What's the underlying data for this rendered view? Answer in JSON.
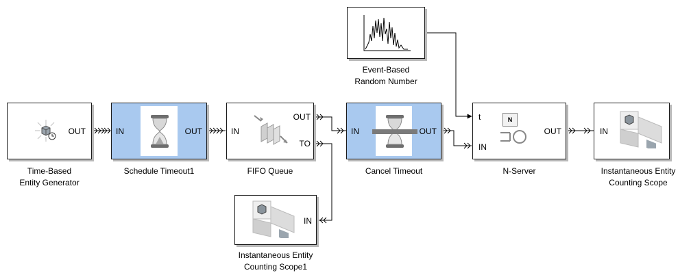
{
  "blocks": {
    "entity_generator": {
      "caption": [
        "Time-Based",
        "Entity Generator"
      ],
      "out": "OUT"
    },
    "schedule_timeout": {
      "caption": [
        "Schedule Timeout1"
      ],
      "in": "IN",
      "out": "OUT"
    },
    "fifo_queue": {
      "caption": [
        "FIFO Queue"
      ],
      "in": "IN",
      "out": "OUT",
      "to": "TO"
    },
    "cancel_timeout": {
      "caption": [
        "Cancel Timeout"
      ],
      "in": "IN",
      "out": "OUT"
    },
    "random_number": {
      "caption": [
        "Event-Based",
        "Random Number"
      ]
    },
    "n_server": {
      "caption": [
        "N-Server"
      ],
      "t": "t",
      "in": "IN",
      "out": "OUT",
      "badge": "N"
    },
    "counting_scope": {
      "caption": [
        "Instantaneous Entity",
        "Counting Scope"
      ],
      "in": "IN"
    },
    "counting_scope1": {
      "caption": [
        "Instantaneous Entity",
        "Counting Scope1"
      ],
      "in": "IN"
    }
  },
  "colors": {
    "selected_fill": "#a9c9ef",
    "line": "#000000",
    "shadow": "#b8b8b8"
  },
  "icons": {
    "entity_generator": "entity-generator-icon",
    "schedule_timeout": "hourglass-icon",
    "fifo_queue": "queue-icon",
    "cancel_timeout": "hourglass-cancel-icon",
    "random_number": "random-signal-icon",
    "n_server": "server-icon",
    "counting_scope": "counting-scope-icon"
  }
}
